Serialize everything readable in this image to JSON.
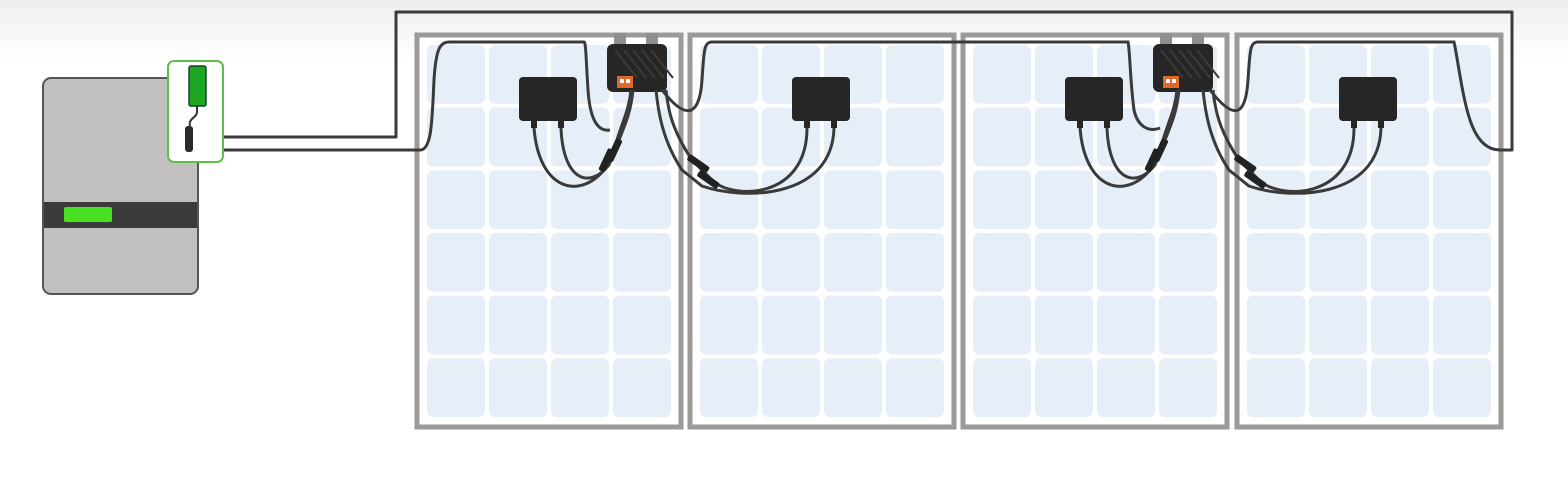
{
  "diagram": {
    "kind": "solar-string-wiring",
    "colors": {
      "background_fade": "#f2f2f2",
      "inverter_body": "#c2c1bf",
      "inverter_band": "#3b3b3b",
      "inverter_indicator": "#49e021",
      "monitor_frame": "#5bbf4a",
      "monitor_screen": "#1fa51f",
      "panel_frame": "#9a9a9a",
      "panel_cell": "#e6eef7",
      "cable": "#3a3a3a",
      "junction_box": "#262626",
      "optimizer_label": "#e2672a"
    },
    "components": {
      "inverter": {
        "icon": "inverter-icon",
        "indicator_state": "on"
      },
      "monitor_device": {
        "icon": "rapid-shutdown-device-icon"
      },
      "panels": [
        {
          "id": "panel-1",
          "has_optimizer": true
        },
        {
          "id": "panel-2",
          "has_optimizer": false
        },
        {
          "id": "panel-3",
          "has_optimizer": true
        },
        {
          "id": "panel-4",
          "has_optimizer": false
        }
      ],
      "panel_grid": {
        "columns": 4,
        "rows": 6
      }
    }
  }
}
